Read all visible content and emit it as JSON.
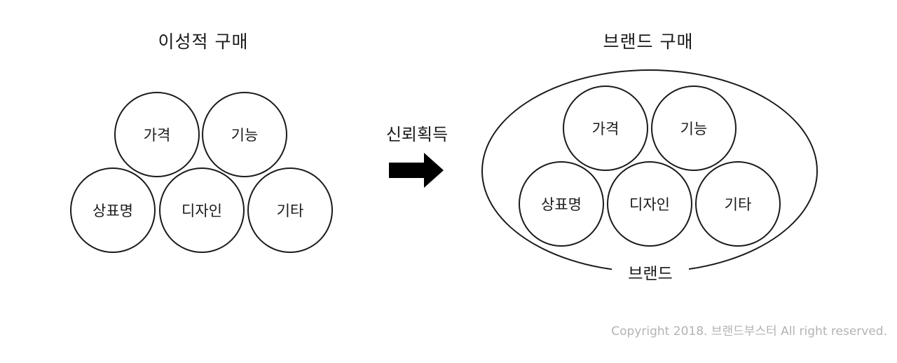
{
  "left_panel": {
    "title": "이성적 구매",
    "circles": {
      "price": "가격",
      "function": "기능",
      "trademark": "상표명",
      "design": "디자인",
      "etc": "기타"
    }
  },
  "transition": {
    "label": "신뢰획득"
  },
  "right_panel": {
    "title": "브랜드 구매",
    "container_label": "브랜드",
    "circles": {
      "price": "가격",
      "function": "기능",
      "trademark": "상표명",
      "design": "디자인",
      "etc": "기타"
    }
  },
  "footer": {
    "copyright": "Copyright 2018. 브랜드부스터 All right reserved."
  }
}
